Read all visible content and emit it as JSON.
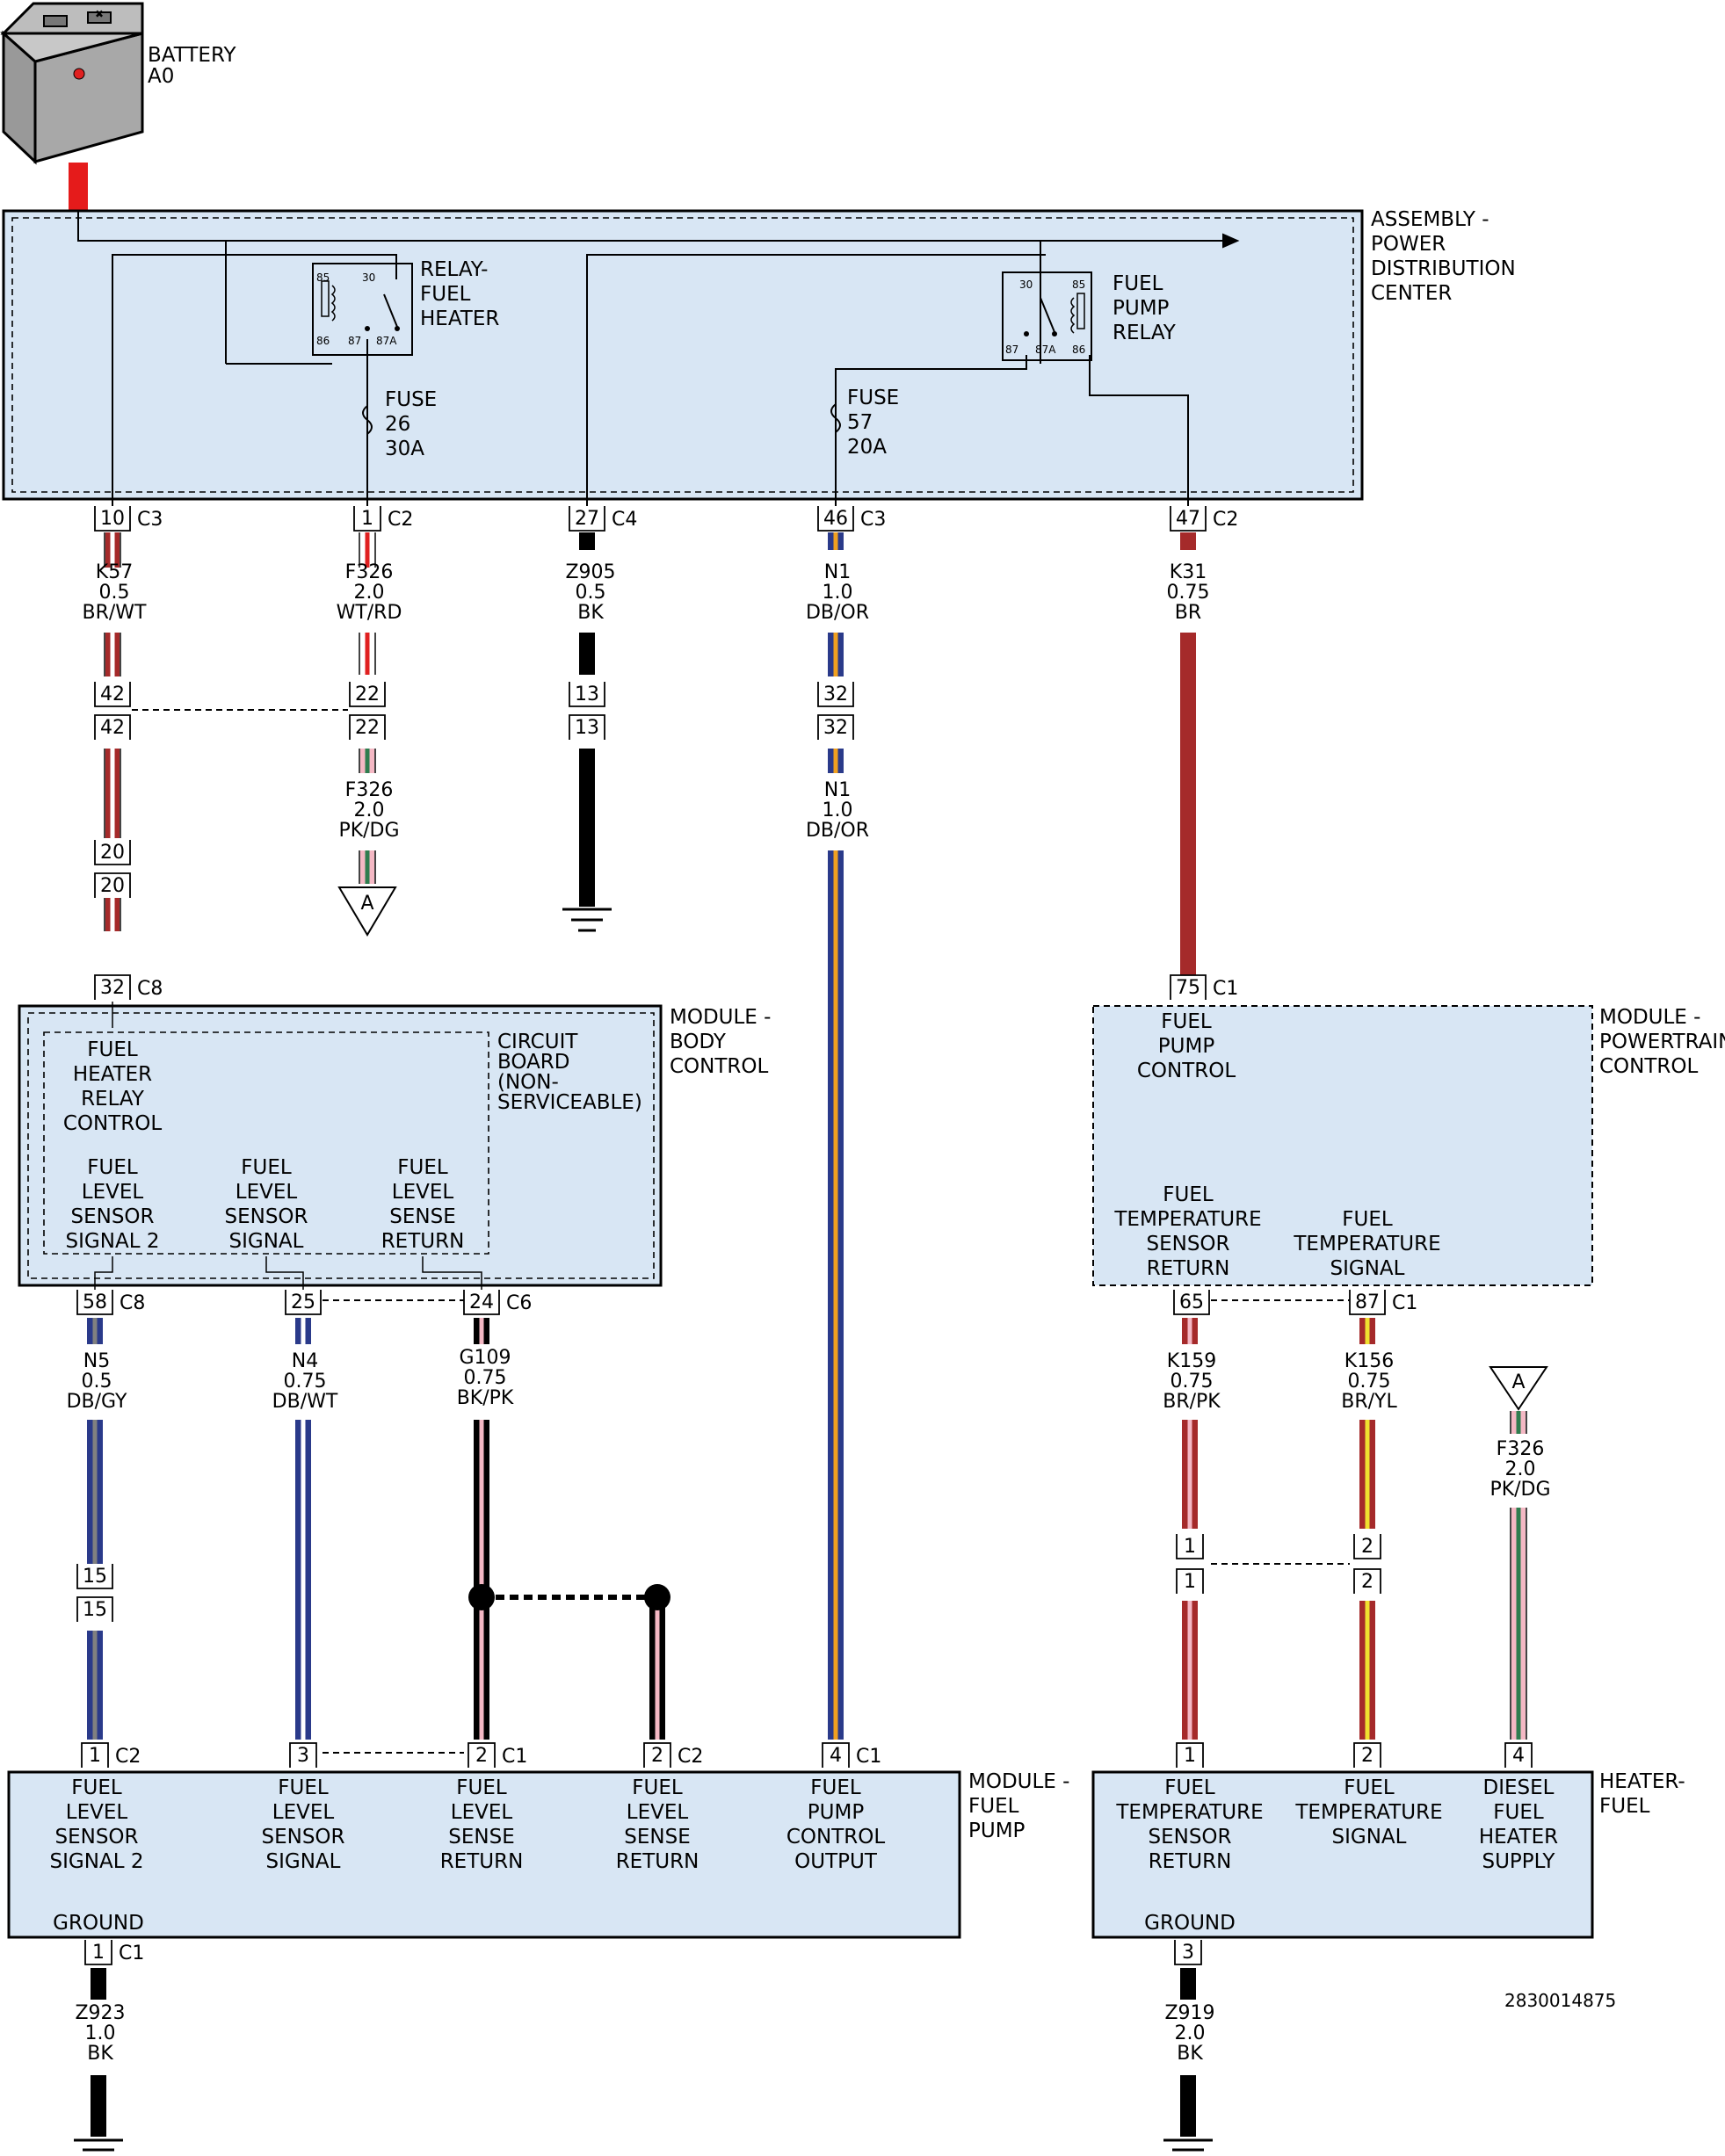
{
  "battery": {
    "name": "BATTERY",
    "id": "A0"
  },
  "colors": {
    "module_fill": "#d8e6f4",
    "BR": "#a52a2a",
    "WT": "#ffffff",
    "RD": "#e02020",
    "BK": "#000000",
    "DB": "#2a3a8a",
    "OR": "#f0a020",
    "PK": "#f4b8c4",
    "DG": "#2e7d4f",
    "GY": "#808080",
    "YL": "#f0e030"
  },
  "pdc": {
    "title": [
      "ASSEMBLY -",
      "POWER",
      "DISTRIBUTION",
      "CENTER"
    ],
    "relay_heater": {
      "name": [
        "RELAY-",
        "FUEL",
        "HEATER"
      ],
      "pins": [
        "85",
        "86",
        "30",
        "87",
        "87A"
      ]
    },
    "relay_pump": {
      "name": [
        "FUEL",
        "PUMP",
        "RELAY"
      ],
      "pins": [
        "30",
        "85",
        "87",
        "87A",
        "86"
      ]
    },
    "fuse26": [
      "FUSE",
      "26",
      "30A"
    ],
    "fuse57": [
      "FUSE",
      "57",
      "20A"
    ]
  },
  "bcm": {
    "title": [
      "MODULE -",
      "BODY",
      "CONTROL"
    ],
    "board": [
      "CIRCUIT",
      "BOARD",
      "(NON-",
      "SERVICEABLE)"
    ],
    "fn_relay": [
      "FUEL",
      "HEATER",
      "RELAY",
      "CONTROL"
    ],
    "fn_sig2": [
      "FUEL",
      "LEVEL",
      "SENSOR",
      "SIGNAL 2"
    ],
    "fn_sig": [
      "FUEL",
      "LEVEL",
      "SENSOR",
      "SIGNAL"
    ],
    "fn_ret": [
      "FUEL",
      "LEVEL",
      "SENSE",
      "RETURN"
    ]
  },
  "pcm": {
    "title": [
      "MODULE -",
      "POWERTRAIN",
      "CONTROL"
    ],
    "fn_pump": [
      "FUEL",
      "PUMP",
      "CONTROL"
    ],
    "fn_tret": [
      "FUEL",
      "TEMPERATURE",
      "SENSOR",
      "RETURN"
    ],
    "fn_tsig": [
      "FUEL",
      "TEMPERATURE",
      "SIGNAL"
    ]
  },
  "fpm": {
    "title": [
      "MODULE -",
      "FUEL",
      "PUMP"
    ],
    "fn1": [
      "FUEL",
      "LEVEL",
      "SENSOR",
      "SIGNAL 2"
    ],
    "fn2": [
      "FUEL",
      "LEVEL",
      "SENSOR",
      "SIGNAL"
    ],
    "fn3": [
      "FUEL",
      "LEVEL",
      "SENSE",
      "RETURN"
    ],
    "fn4": [
      "FUEL",
      "LEVEL",
      "SENSE",
      "RETURN"
    ],
    "fn5": [
      "FUEL",
      "PUMP",
      "CONTROL",
      "OUTPUT"
    ],
    "ground": "GROUND"
  },
  "heater": {
    "title": [
      "HEATER-",
      "FUEL"
    ],
    "fn1": [
      "FUEL",
      "TEMPERATURE",
      "SENSOR",
      "RETURN"
    ],
    "fn2": [
      "FUEL",
      "TEMPERATURE",
      "SIGNAL"
    ],
    "fn3": [
      "DIESEL",
      "FUEL",
      "HEATER",
      "SUPPLY"
    ],
    "ground": "GROUND"
  },
  "connectors": {
    "pdc_10": [
      "10",
      "C3"
    ],
    "pdc_1": [
      "1",
      "C2"
    ],
    "pdc_27": [
      "27",
      "C4"
    ],
    "pdc_46": [
      "46",
      "C3"
    ],
    "pdc_47": [
      "47",
      "C2"
    ],
    "k57_42a": "42",
    "k57_42b": "42",
    "k57_20a": "20",
    "k57_20b": "20",
    "bcm_32": [
      "32",
      "C8"
    ],
    "f326_22a": "22",
    "f326_22b": "22",
    "z905_13a": "13",
    "z905_13b": "13",
    "n1_32a": "32",
    "n1_32b": "32",
    "pcm_75": [
      "75",
      "C1"
    ],
    "bcm_58": [
      "58",
      "C8"
    ],
    "bcm_25": "25",
    "bcm_24": [
      "24",
      "C6"
    ],
    "pcm_65": "65",
    "pcm_87": [
      "87",
      "C1"
    ],
    "n5_15a": "15",
    "n5_15b": "15",
    "k159_1a": "1",
    "k159_1b": "1",
    "k156_2a": "2",
    "k156_2b": "2",
    "fpm_1": [
      "1",
      "C2"
    ],
    "fpm_3": "3",
    "fpm_2": [
      "2",
      "C1"
    ],
    "fpm_2b": [
      "2",
      "C2"
    ],
    "fpm_4": [
      "4",
      "C1"
    ],
    "ht_1": "1",
    "ht_2": "2",
    "ht_4": "4",
    "fpm_gnd": [
      "1",
      "C1"
    ],
    "ht_gnd": "3"
  },
  "wires": {
    "k57": [
      "K57",
      "0.5",
      "BR/WT"
    ],
    "f326_top": [
      "F326",
      "2.0",
      "WT/RD"
    ],
    "z905": [
      "Z905",
      "0.5",
      "BK"
    ],
    "n1_top": [
      "N1",
      "1.0",
      "DB/OR"
    ],
    "k31": [
      "K31",
      "0.75",
      "BR"
    ],
    "f326_mid": [
      "F326",
      "2.0",
      "PK/DG"
    ],
    "n1_mid": [
      "N1",
      "1.0",
      "DB/OR"
    ],
    "n5": [
      "N5",
      "0.5",
      "DB/GY"
    ],
    "n4": [
      "N4",
      "0.75",
      "DB/WT"
    ],
    "g109": [
      "G109",
      "0.75",
      "BK/PK"
    ],
    "k159": [
      "K159",
      "0.75",
      "BR/PK"
    ],
    "k156": [
      "K156",
      "0.75",
      "BR/YL"
    ],
    "f326_right": [
      "F326",
      "2.0",
      "PK/DG"
    ],
    "z923": [
      "Z923",
      "1.0",
      "BK"
    ],
    "z919": [
      "Z919",
      "2.0",
      "BK"
    ]
  },
  "offpage": {
    "ref_left": "A",
    "ref_right": "A"
  },
  "doc_number": "2830014875"
}
